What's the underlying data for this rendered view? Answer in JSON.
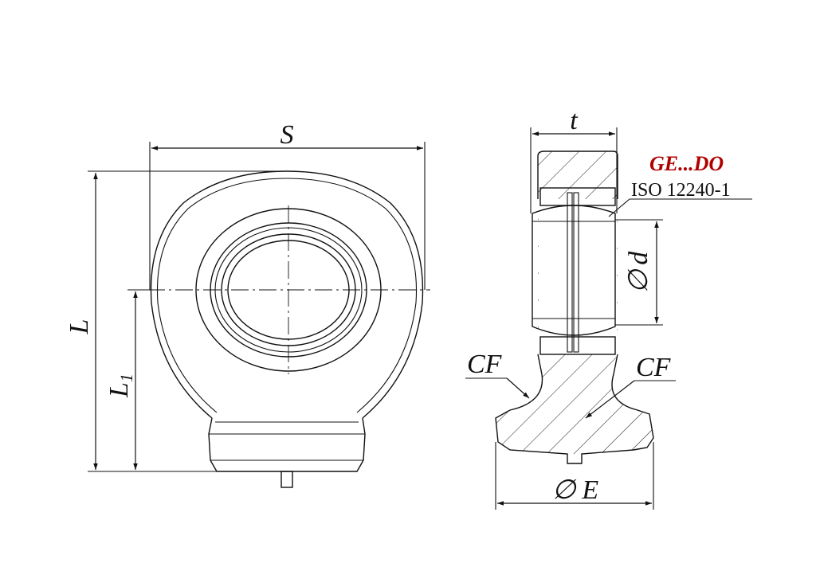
{
  "labels": {
    "S": "S",
    "L": "L",
    "L1_main": "L",
    "L1_sub": "1",
    "t": "t",
    "d": "d",
    "E": "E",
    "CF_left": "CF",
    "CF_right": "CF",
    "diameter_symbol": "∅"
  },
  "series_label": "GE...DO",
  "standard_label": "ISO 12240-1",
  "colors": {
    "series": "#b00000",
    "line": "#111111"
  }
}
